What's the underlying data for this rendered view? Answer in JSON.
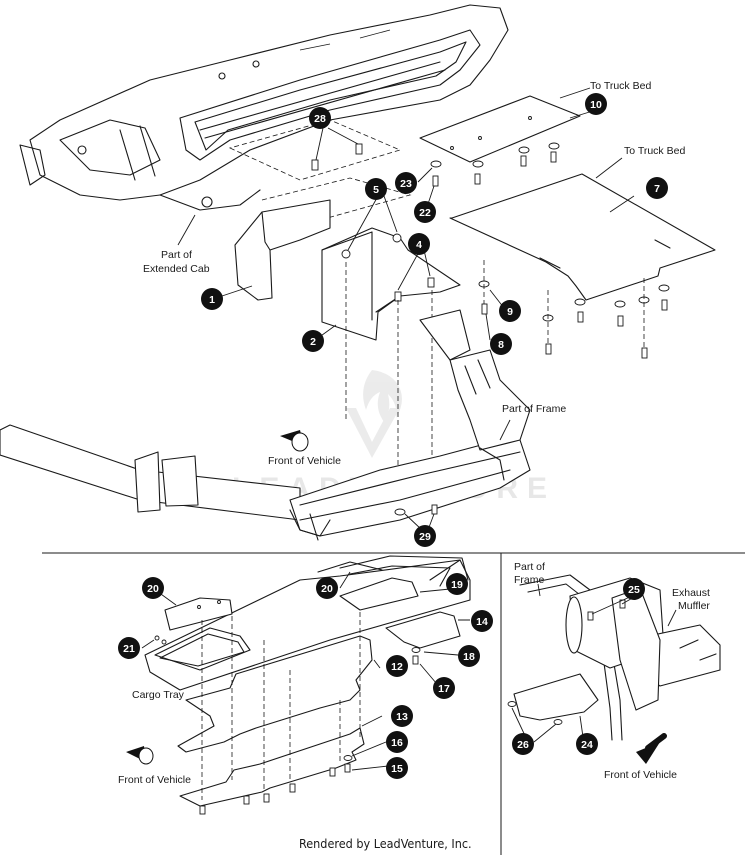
{
  "labels": {
    "to_truck_bed_1": "To Truck Bed",
    "to_truck_bed_2": "To Truck Bed",
    "part_of_extended_cab_1": "Part of",
    "part_of_extended_cab_2": "Extended Cab",
    "part_of_frame_main": "Part of Frame",
    "front_of_vehicle_main": "Front of Vehicle",
    "cargo_tray": "Cargo Tray",
    "front_of_vehicle_lower_left": "Front of Vehicle",
    "part_of_frame_inset_1": "Part of",
    "part_of_frame_inset_2": "Frame",
    "exhaust_muffler_1": "Exhaust",
    "exhaust_muffler_2": "Muffler",
    "front_of_vehicle_inset": "Front of Vehicle"
  },
  "callouts": {
    "c1": "1",
    "c2": "2",
    "c4": "4",
    "c5": "5",
    "c7": "7",
    "c8": "8",
    "c9": "9",
    "c10": "10",
    "c12": "12",
    "c13": "13",
    "c14": "14",
    "c15": "15",
    "c16": "16",
    "c17": "17",
    "c18": "18",
    "c19": "19",
    "c20a": "20",
    "c20b": "20",
    "c21": "21",
    "c22": "22",
    "c23": "23",
    "c24": "24",
    "c25": "25",
    "c26": "26",
    "c28": "28",
    "c29": "29"
  },
  "watermark": {
    "text": "LEADVENTURE"
  },
  "footer": {
    "rendered_by": "Rendered by LeadVenture, Inc."
  }
}
